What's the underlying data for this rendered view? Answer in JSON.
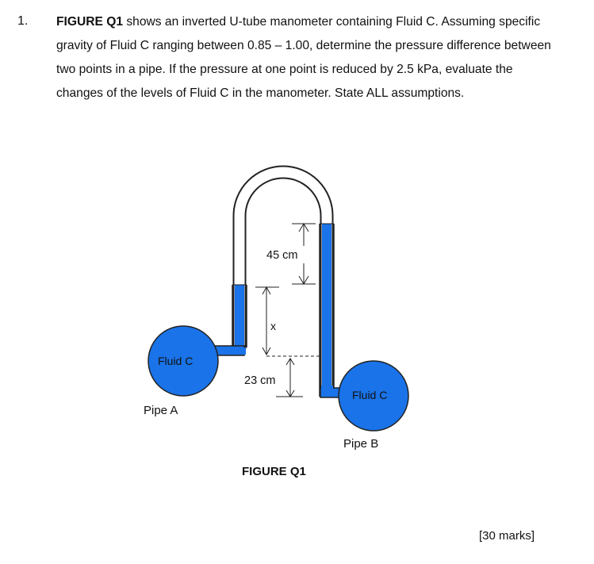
{
  "question": {
    "number": "1.",
    "figure_ref": "FIGURE Q1",
    "text_rest": " shows an inverted U-tube manometer containing Fluid C. Assuming specific gravity of Fluid C ranging between 0.85 – 1.00, determine the pressure difference between two points in a pipe. If the pressure at one point is reduced by 2.5 kPa, evaluate the changes of the levels of Fluid C in the manometer. State ALL assumptions."
  },
  "figure": {
    "caption": "FIGURE Q1",
    "labels": {
      "dim_45": "45 cm",
      "dim_x": "x",
      "dim_23": "23 cm",
      "fluid_left": "Fluid C",
      "fluid_right": "Fluid C",
      "pipe_a": "Pipe A",
      "pipe_b": "Pipe B"
    },
    "colors": {
      "fluid": "#1a73e8",
      "tube_outline": "#222222",
      "tube_empty": "#ffffff"
    }
  },
  "marks": "[30 marks]"
}
